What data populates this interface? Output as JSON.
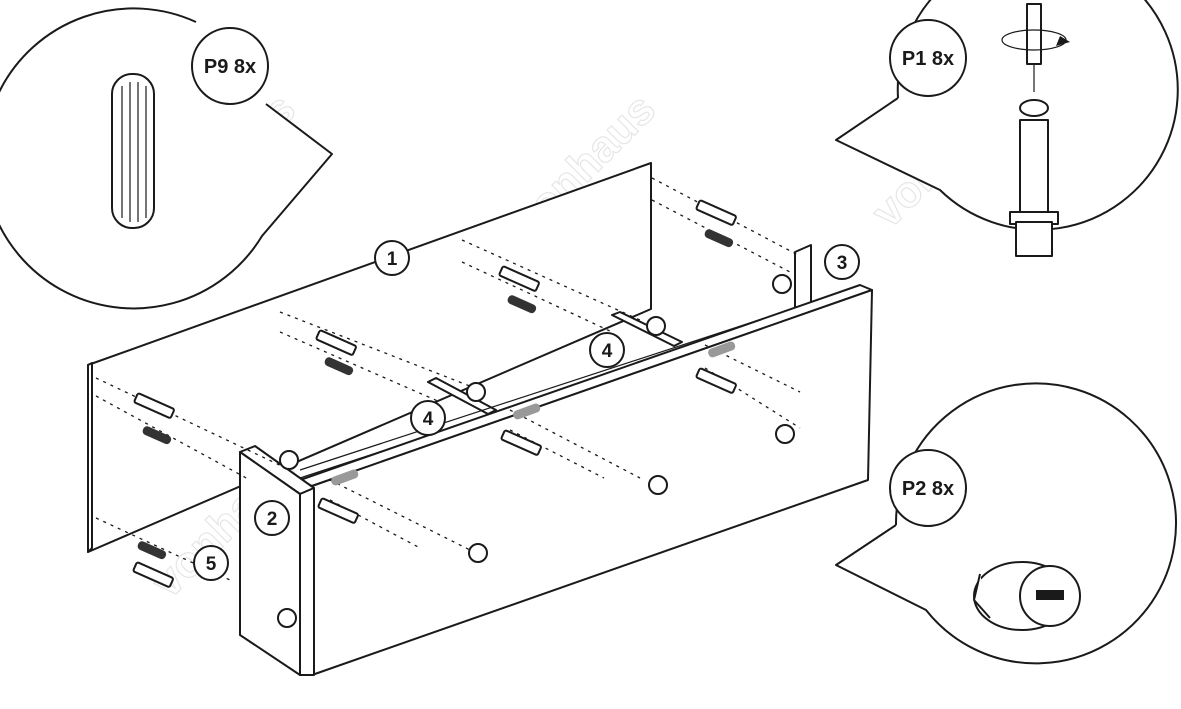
{
  "parts": [
    {
      "number": "1"
    },
    {
      "number": "2"
    },
    {
      "number": "3"
    },
    {
      "number": "4"
    },
    {
      "number": "4"
    },
    {
      "number": "5"
    }
  ],
  "hardware": [
    {
      "code": "P9",
      "qty": "8x",
      "label": "P9 8x",
      "icon": "wooden-dowel-icon"
    },
    {
      "code": "P1",
      "qty": "8x",
      "label": "P1 8x",
      "icon": "cam-bolt-icon"
    },
    {
      "code": "P2",
      "qty": "8x",
      "label": "P2 8x",
      "icon": "cam-lock-nut-icon"
    }
  ],
  "watermark": "vonhaus",
  "colors": {
    "line": "#1a1a1a",
    "background": "#ffffff",
    "watermark": "#e6e6e6"
  }
}
